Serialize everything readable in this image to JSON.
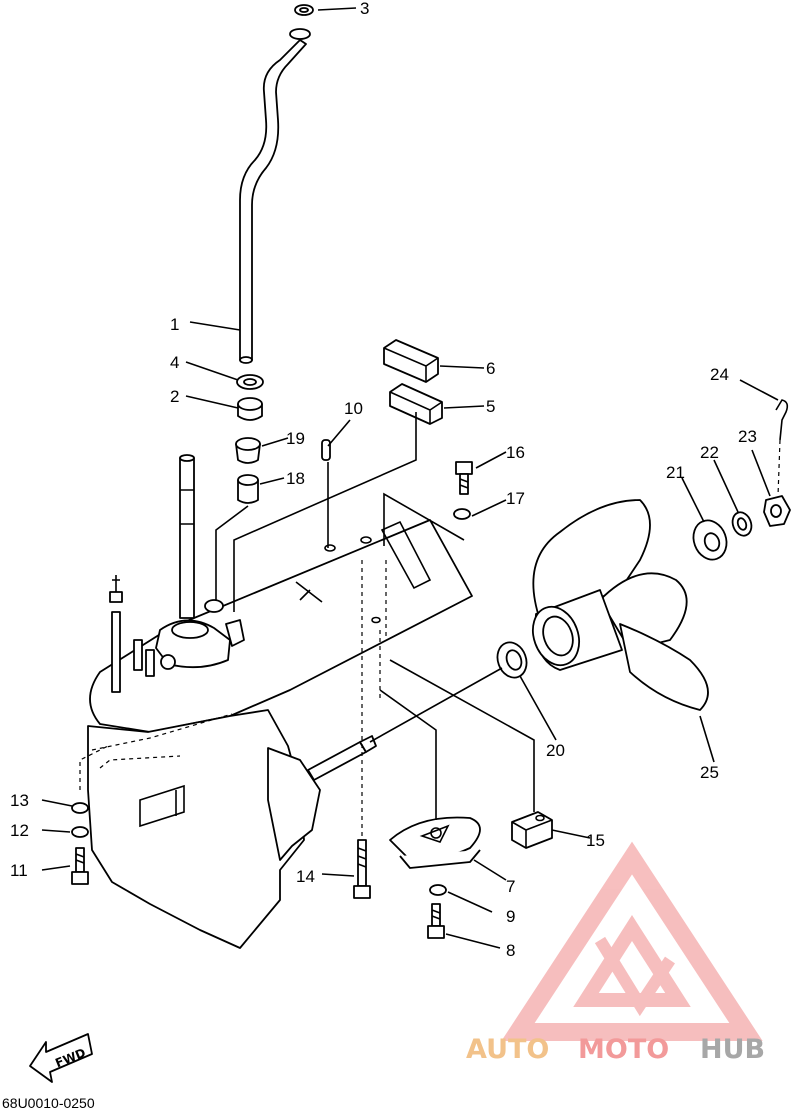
{
  "diagram": {
    "code": "68U0010-0250",
    "fwd_label": "FWD",
    "callouts": [
      "1",
      "2",
      "3",
      "4",
      "5",
      "6",
      "7",
      "8",
      "9",
      "10",
      "11",
      "12",
      "13",
      "14",
      "15",
      "16",
      "17",
      "18",
      "19",
      "20",
      "21",
      "22",
      "23",
      "24",
      "25"
    ]
  },
  "watermark": {
    "part1": "AUTO",
    "part2": "MOTO",
    "part3": "HUB",
    "color_auto": "#f2c28a",
    "color_moto": "#f29a9a",
    "color_hub": "#a7a7a7"
  }
}
